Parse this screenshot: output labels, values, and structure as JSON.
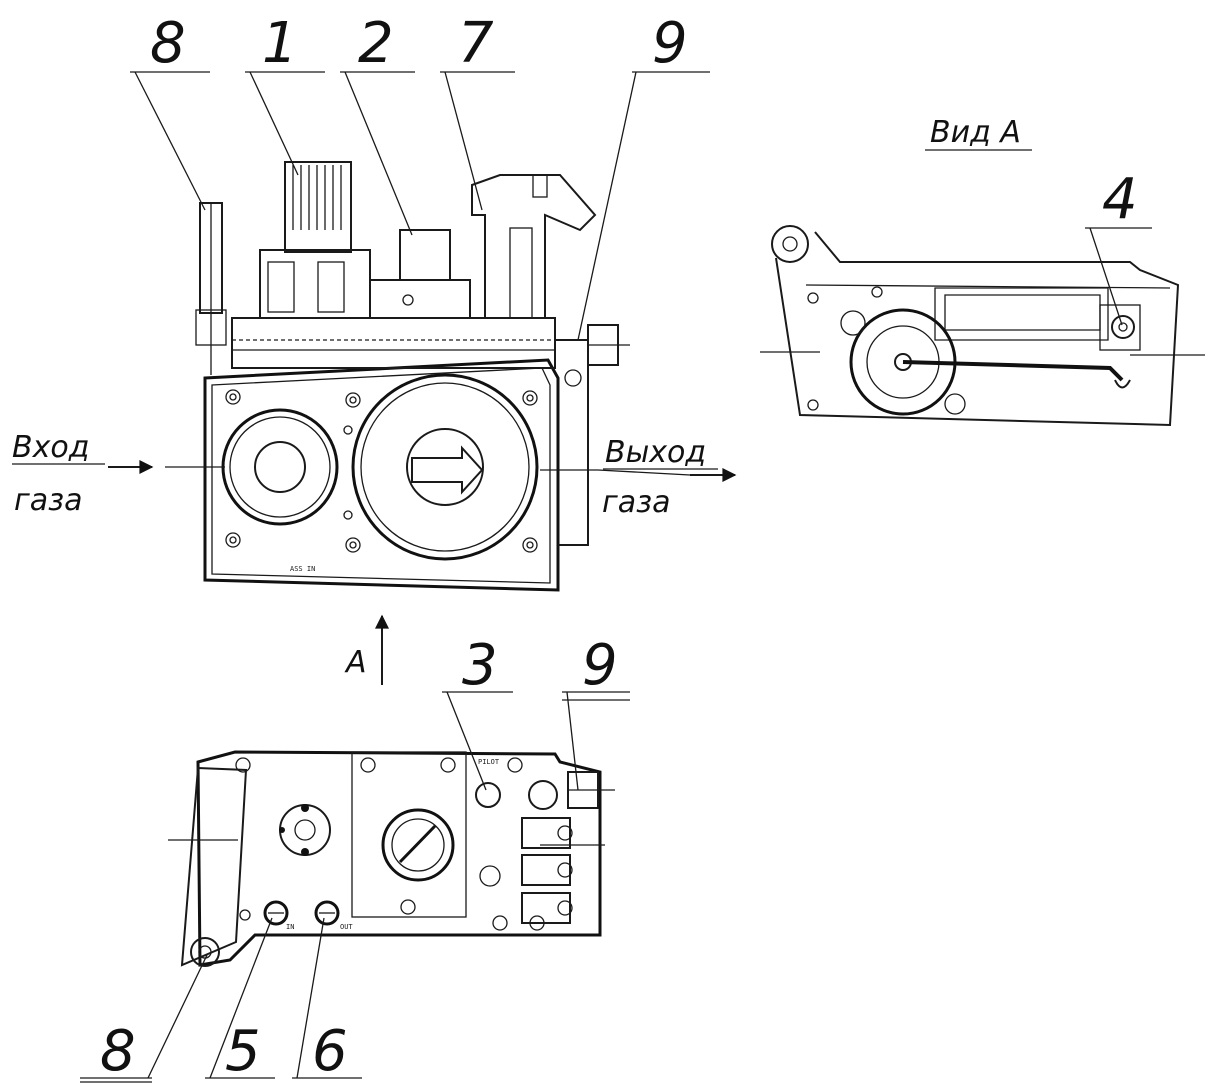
{
  "callouts": {
    "c8_top": "8",
    "c1": "1",
    "c2": "2",
    "c7": "7",
    "c9_top": "9",
    "c4": "4",
    "c3": "3",
    "c9_bottom": "9",
    "c8_bottom": "8",
    "c5": "5",
    "c6": "6"
  },
  "labels": {
    "view_a": "Вид А",
    "gas_in_line1": "Вход",
    "gas_in_line2": "газа",
    "gas_out_line1": "Выход",
    "gas_out_line2": "газа",
    "arrow_a": "А"
  },
  "stamps": {
    "front_plate": "ASS IN",
    "pilot": "PILOT",
    "in": "IN",
    "out": "OUT"
  },
  "colors": {
    "ink": "#1a1a1a",
    "paper": "#ffffff"
  }
}
